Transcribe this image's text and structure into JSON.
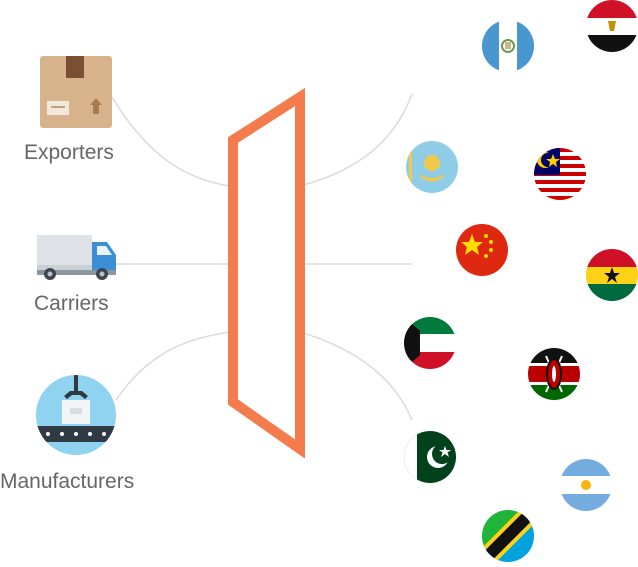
{
  "sources": [
    {
      "key": "exporters",
      "label": "Exporters",
      "icon": "box-icon"
    },
    {
      "key": "carriers",
      "label": "Carriers",
      "icon": "truck-icon"
    },
    {
      "key": "manufacturers",
      "label": "Manufacturers",
      "icon": "conveyor-icon"
    }
  ],
  "gateway": {
    "color": "#f47c4c"
  },
  "destinations": [
    {
      "country": "Guatemala",
      "icon": "guatemala-flag-icon"
    },
    {
      "country": "Egypt",
      "icon": "egypt-flag-icon"
    },
    {
      "country": "Kazakhstan",
      "icon": "kazakhstan-flag-icon"
    },
    {
      "country": "Malaysia",
      "icon": "malaysia-flag-icon"
    },
    {
      "country": "China",
      "icon": "china-flag-icon"
    },
    {
      "country": "Ghana",
      "icon": "ghana-flag-icon"
    },
    {
      "country": "Kuwait",
      "icon": "kuwait-flag-icon"
    },
    {
      "country": "Kenya",
      "icon": "kenya-flag-icon"
    },
    {
      "country": "Pakistan",
      "icon": "pakistan-flag-icon"
    },
    {
      "country": "Argentina",
      "icon": "argentina-flag-icon"
    },
    {
      "country": "Tanzania",
      "icon": "tanzania-flag-icon"
    }
  ],
  "colors": {
    "connector": "#d9d9d9",
    "label_text": "#666666",
    "accent": "#f47c4c"
  }
}
